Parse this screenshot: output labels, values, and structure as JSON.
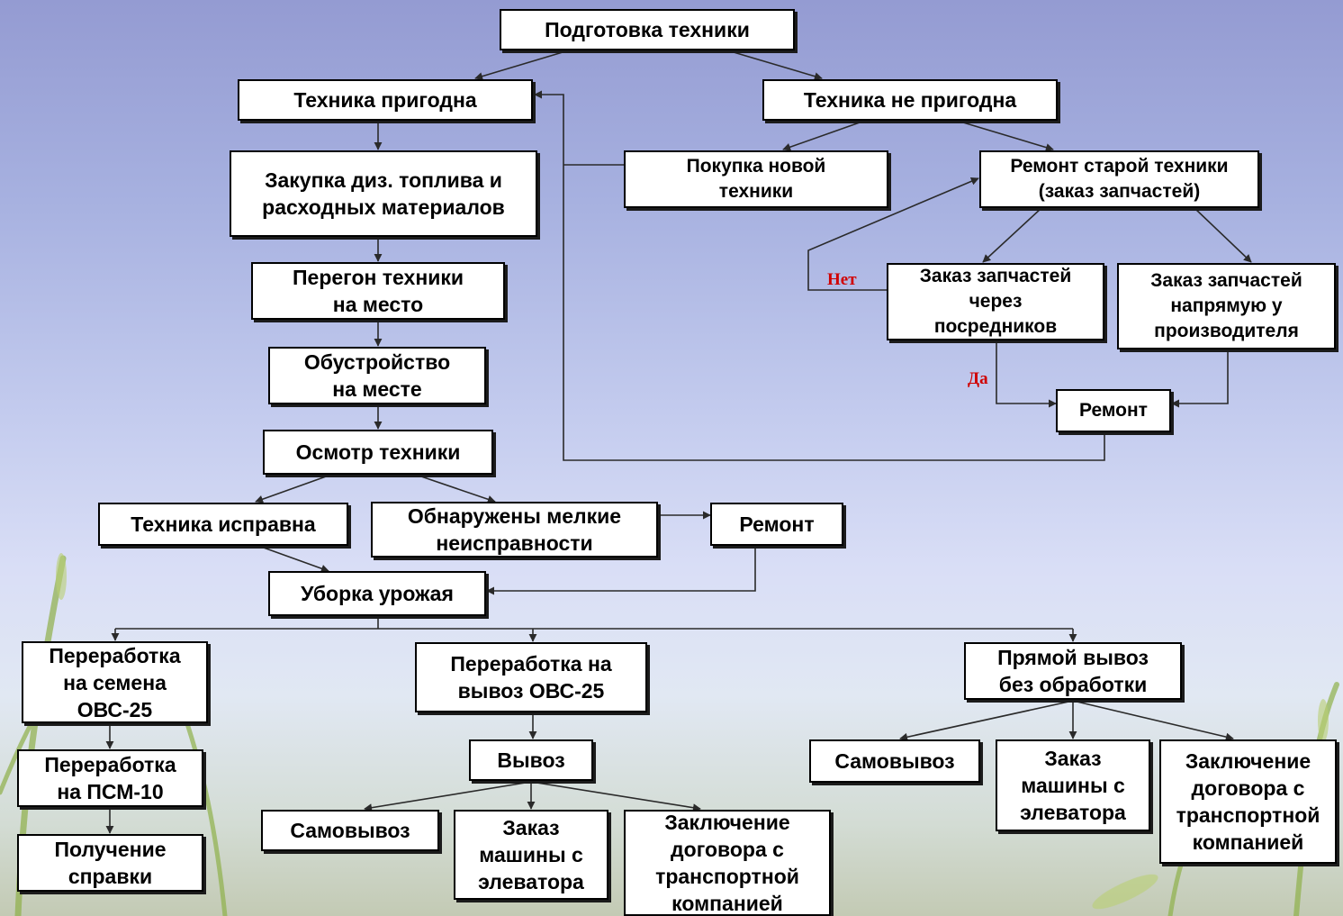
{
  "colors": {
    "box_fill": "#ffffff",
    "box_border": "#000000",
    "connector": "#2a2a2a",
    "branch_label": "#d00000"
  },
  "nodes": {
    "prep": "Подготовка техники",
    "ok": "Техника пригодна",
    "not_ok": "Техника не пригодна",
    "buy_fuel": "Закупка диз. топлива и\nрасходных материалов",
    "buy_new": "Покупка новой\nтехники",
    "repair_old": "Ремонт старой техники\n(заказ запчастей)",
    "move": "Перегон техники\nна место",
    "via_intermediaries": "Заказ запчастей\nчерез\nпосредников",
    "from_manufacturer": "Заказ запчастей\nнапрямую у\nпроизводителя",
    "setup": "Обустройство\nна месте",
    "repair_top": "Ремонт",
    "inspect": "Осмотр техники",
    "working": "Техника исправна",
    "faults": "Обнаружены мелкие\nнеисправности",
    "repair_mid": "Ремонт",
    "harvest": "Уборка урожая",
    "seeds": "Переработка\nна семена\nОВС-25",
    "export_proc": "Переработка на\nвывоз ОВС-25",
    "direct": "Прямой вывоз\nбез обработки",
    "psm": "Переработка\nна ПСМ-10",
    "cert": "Получение\nсправки",
    "export": "Вывоз",
    "self_1": "Самовывоз",
    "truck_1": "Заказ\nмашины с\nэлеватора",
    "contract_1": "Заключение\nдоговора с\nтранспортной\nкомпанией",
    "self_2": "Самовывоз",
    "truck_2": "Заказ\nмашины с\nэлеватора",
    "contract_2": "Заключение\nдоговора с\nтранспортной\nкомпанией"
  },
  "branch_labels": {
    "no": "Нет",
    "yes": "Да"
  }
}
